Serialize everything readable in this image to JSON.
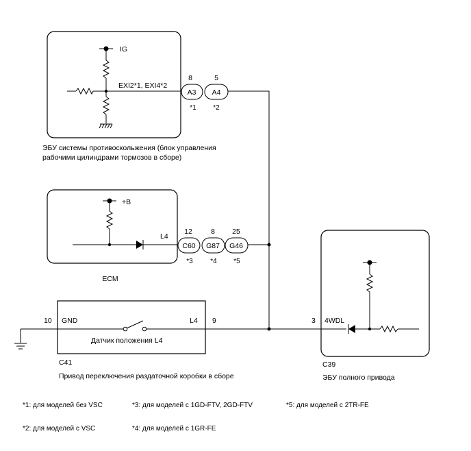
{
  "ecu_abs": {
    "label_line1": "ЭБУ системы противоскольжения (блок управления",
    "label_line2": "рабочими цилиндрами тормозов в сборе)",
    "power": "IG",
    "terminal": "EXI2*1, EXI4*2",
    "connectors": [
      {
        "pin": "8",
        "name": "A3",
        "note": "*1"
      },
      {
        "pin": "5",
        "name": "A4",
        "note": "*2"
      }
    ]
  },
  "ecm": {
    "label": "ECM",
    "power": "+B",
    "terminal": "L4",
    "connectors": [
      {
        "pin": "12",
        "name": "C60",
        "note": "*3"
      },
      {
        "pin": "8",
        "name": "G87",
        "note": "*4"
      },
      {
        "pin": "25",
        "name": "G46",
        "note": "*5"
      }
    ]
  },
  "actuator": {
    "code": "C41",
    "label": "Привод переключения раздаточной коробки в сборе",
    "switch_label": "Датчик положения L4",
    "gnd_pin": "10",
    "gnd_label": "GND",
    "l4_label": "L4",
    "l4_pin": "9"
  },
  "ecu_4wd": {
    "code": "C39",
    "label": "ЭБУ полного привода",
    "pin": "3",
    "terminal": "4WDL"
  },
  "footnotes": {
    "n1": "*1: для моделей без VSC",
    "n2": "*2: для моделей с VSC",
    "n3": "*3: для моделей с 1GD-FTV, 2GD-FTV",
    "n4": "*4: для моделей с 1GR-FE",
    "n5": "*5: для моделей с 2TR-FE"
  }
}
